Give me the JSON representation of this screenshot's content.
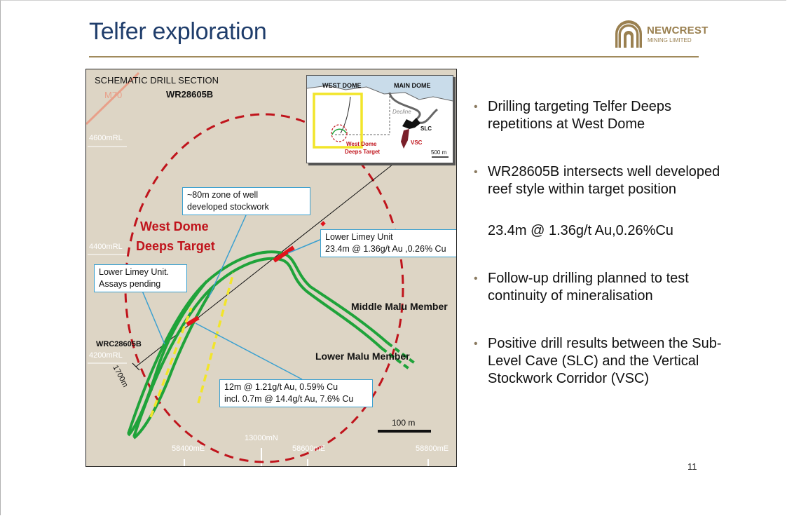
{
  "slide": {
    "title": "Telfer exploration",
    "page_number": "11"
  },
  "logo": {
    "name": "NEWCREST",
    "subtitle": "MINING LIMITED",
    "color": "#9a8050"
  },
  "diagram": {
    "section_title": "SCHEMATIC DRILL SECTION",
    "m70_label": "M70",
    "hole_id": "WR28605B",
    "target_label_line1": "West Dome",
    "target_label_line2": "Deeps Target",
    "rl_labels": [
      "4600mRL",
      "4400mRL",
      "4200mRL"
    ],
    "easting_labels": [
      "58400mE",
      "58600mE",
      "58800mE"
    ],
    "northing_label": "13000mN",
    "collar_label": "WRC28605B",
    "depth_label": "1700m",
    "middle_malu": "Middle Malu Member",
    "lower_malu": "Lower Malu Member",
    "scale_bar": "100 m",
    "callout_stockwork": [
      "~80m zone of well",
      "developed stockwork"
    ],
    "callout_limey_pending": [
      "Lower Limey Unit.",
      "Assays pending"
    ],
    "callout_limey_result": [
      "Lower Limey Unit",
      "23.4m @ 1.36g/t Au ,0.26% Cu"
    ],
    "callout_lower_result": [
      "12m @ 1.21g/t Au, 0.59% Cu",
      "incl. 0.7m @ 14.4g/t Au, 7.6% Cu"
    ],
    "colors": {
      "background": "#ddd5c5",
      "target_ellipse": "#c0141c",
      "reef": "#1fa33a",
      "stockwork": "#f2e52a",
      "intercept": "#e0141c",
      "callout_border": "#3aa0d0",
      "label_red": "#c0141c"
    }
  },
  "inset": {
    "west_dome": "WEST DOME",
    "main_dome": "MAIN DOME",
    "decline": "Decline",
    "slc": "SLC",
    "vsc": "VSC",
    "target_line1": "West Dome",
    "target_line2": "Deeps Target",
    "scale": "500 m"
  },
  "bullets": [
    "Drilling targeting Telfer Deeps repetitions at West Dome",
    "WR28605B intersects well developed reef style within target position",
    "Follow-up drilling planned to test continuity of mineralisation",
    "Positive drill results between the Sub-Level Cave (SLC) and the Vertical Stockwork Corridor (VSC)"
  ],
  "bullet_result": "23.4m @ 1.36g/t Au,0.26%Cu"
}
